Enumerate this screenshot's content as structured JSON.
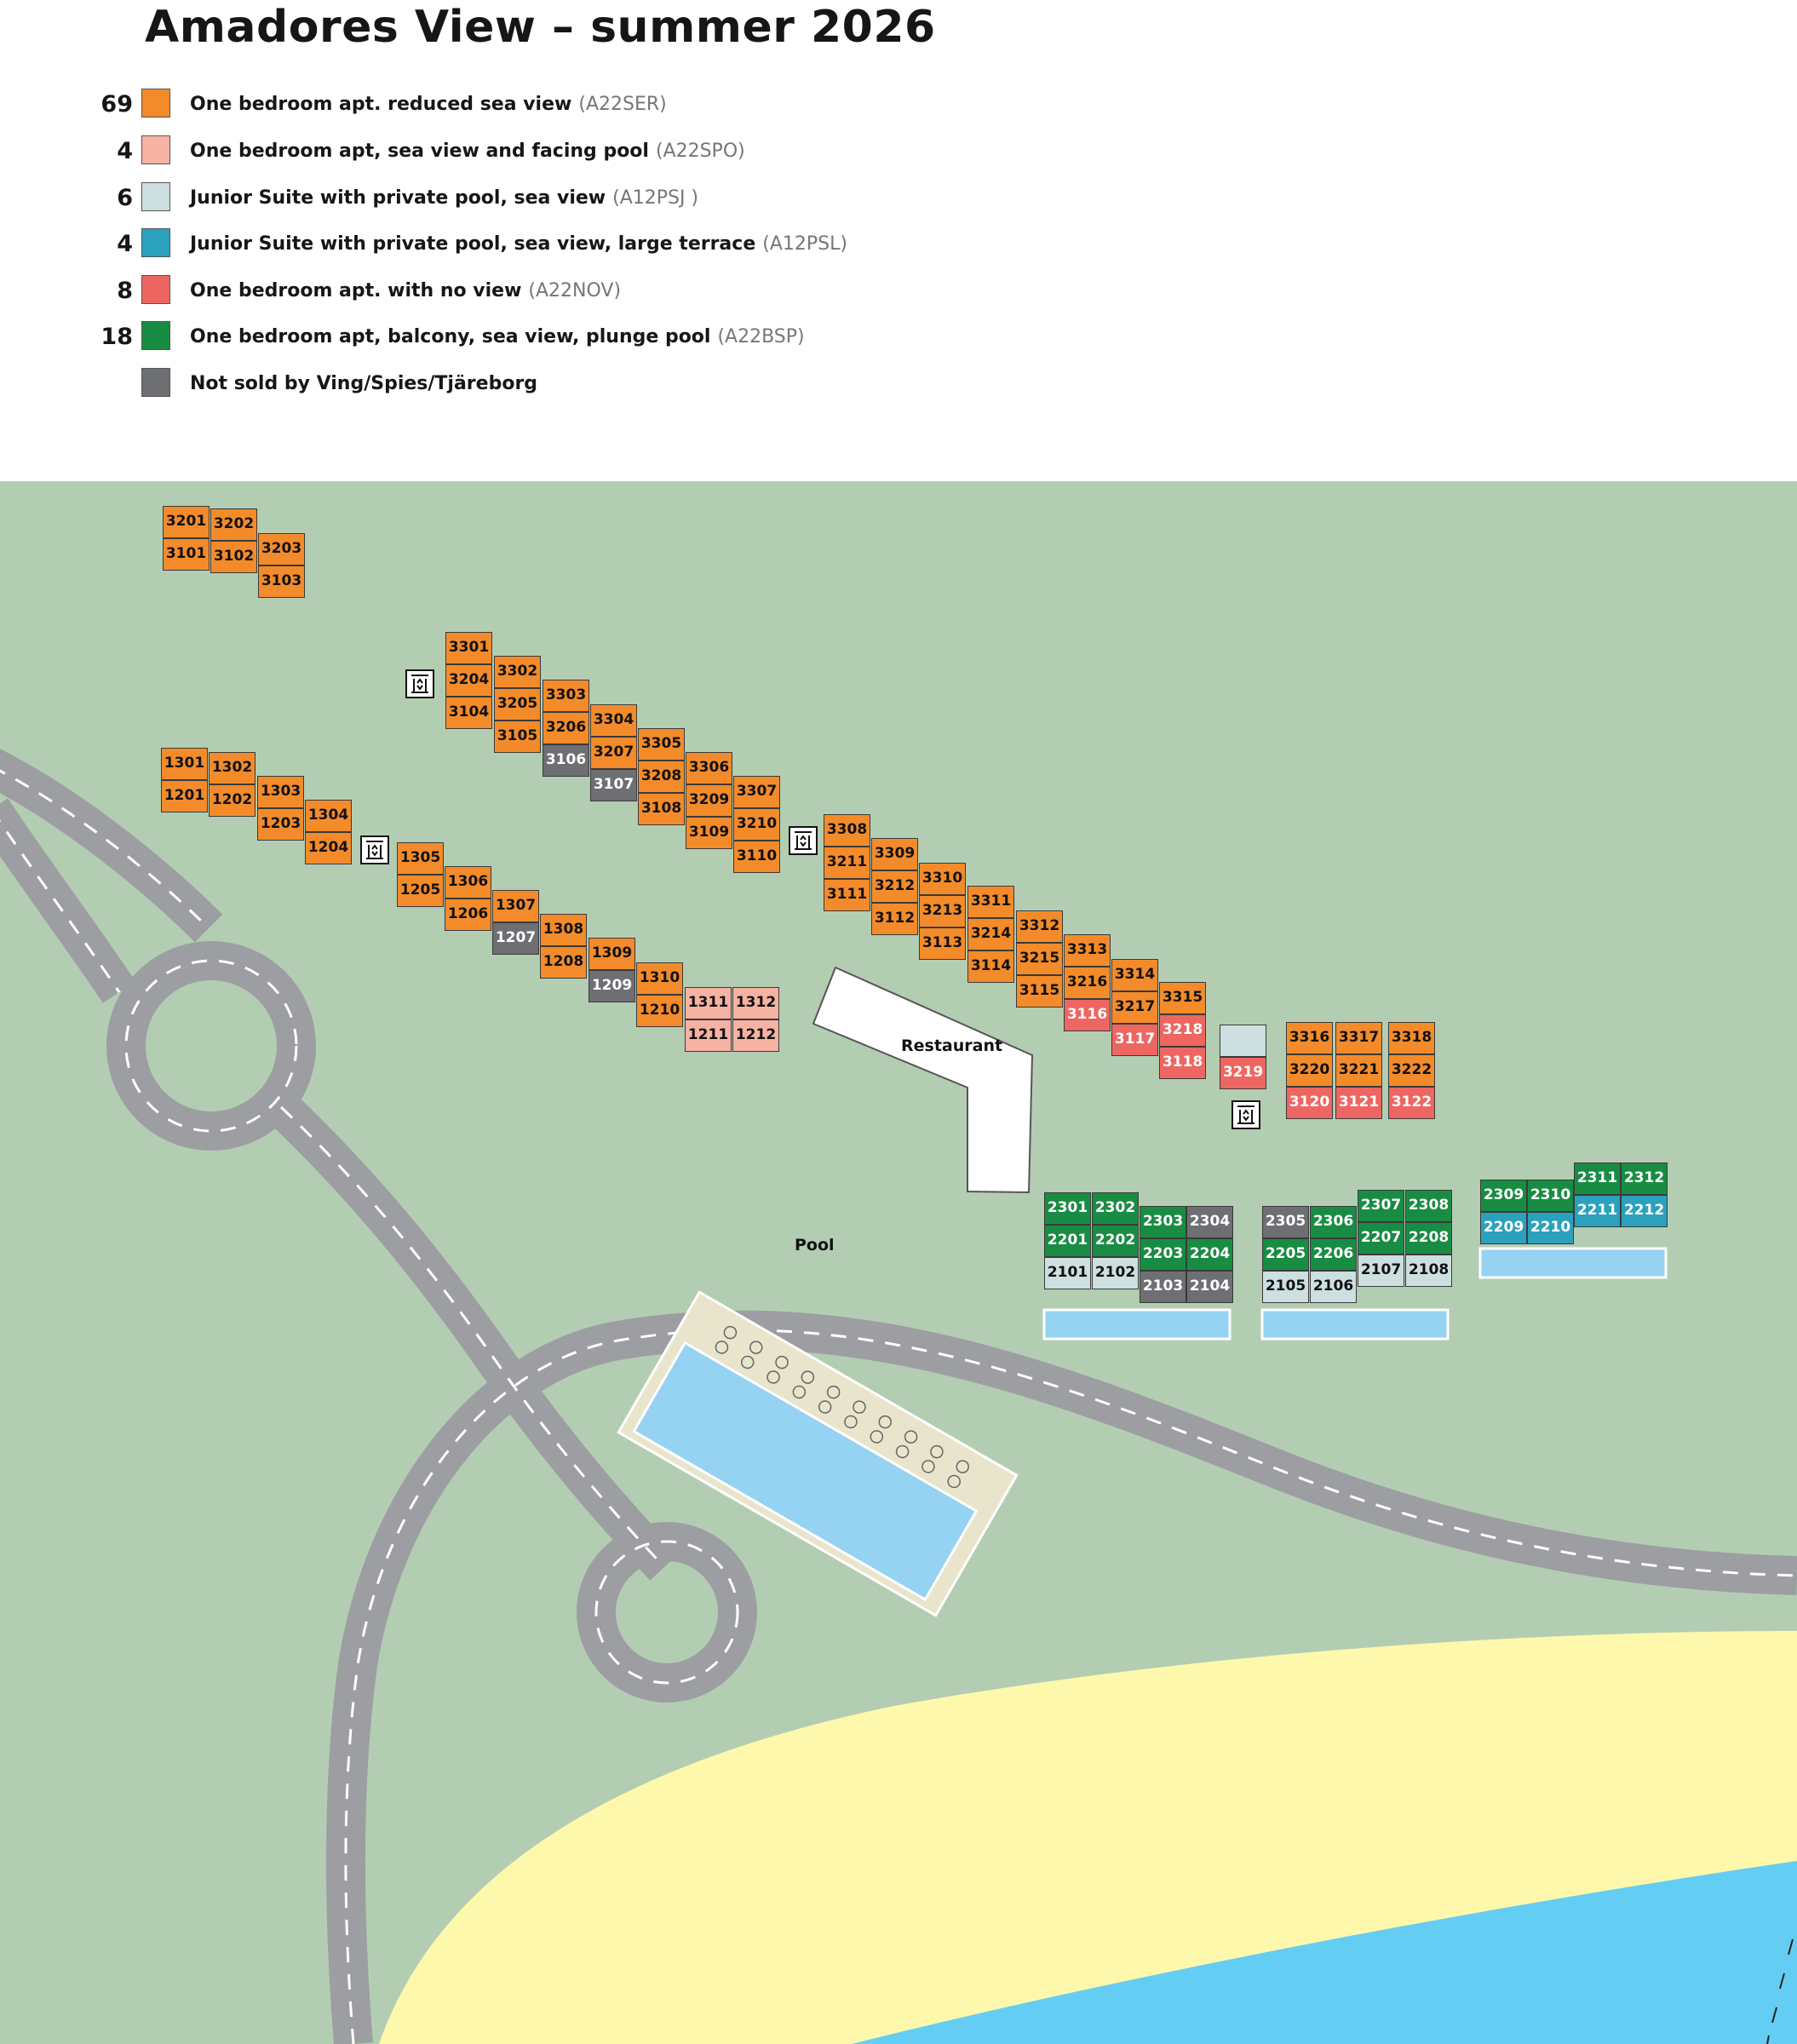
{
  "title": "Amadores View – summer 2026",
  "legend": [
    {
      "count": "69",
      "label": "One bedroom apt. reduced sea view",
      "code": "(A22SER)",
      "color": "#f38b2b"
    },
    {
      "count": "4",
      "label": "One bedroom apt, sea view and facing pool",
      "code": "(A22SPO)",
      "color": "#f6b2a3"
    },
    {
      "count": "6",
      "label": "Junior Suite with private pool, sea view",
      "code": "(A12PSJ )",
      "color": "#cddfe0"
    },
    {
      "count": "4",
      "label": "Junior Suite with private pool, sea view, large terrace",
      "code": "(A12PSL)",
      "color": "#2ba1bd"
    },
    {
      "count": "8",
      "label": "One bedroom apt. with no view",
      "code": "(A22NOV)",
      "color": "#ee6661"
    },
    {
      "count": "18",
      "label": "One bedroom apt, balcony, sea view, plunge pool",
      "code": "(A22BSP)",
      "color": "#198c43"
    },
    {
      "count": "",
      "label": "Not sold by Ving/Spies/Tjäreborg",
      "code": "",
      "color": "#6e6f72"
    }
  ],
  "map": {
    "labels": {
      "restaurant": "Restaurant",
      "pool": "Pool"
    },
    "colors": {
      "grass": "#b3cdb3",
      "road": "#9d9ea2",
      "beach": "#fef8ad",
      "sea": "#64cdf3",
      "pool_water": "#96d2f1",
      "pool_deck": "#e9e4cc"
    },
    "units": [
      {
        "n": "3201",
        "t": "o"
      },
      {
        "n": "3101",
        "t": "o"
      },
      {
        "n": "3202",
        "t": "o"
      },
      {
        "n": "3102",
        "t": "o"
      },
      {
        "n": "3203",
        "t": "o"
      },
      {
        "n": "3103",
        "t": "o"
      },
      {
        "n": "3301",
        "t": "o"
      },
      {
        "n": "3204",
        "t": "o"
      },
      {
        "n": "3104",
        "t": "o"
      },
      {
        "n": "3302",
        "t": "o"
      },
      {
        "n": "3205",
        "t": "o"
      },
      {
        "n": "3105",
        "t": "o"
      },
      {
        "n": "3303",
        "t": "o"
      },
      {
        "n": "3206",
        "t": "o"
      },
      {
        "n": "3106",
        "t": "n"
      },
      {
        "n": "3304",
        "t": "o"
      },
      {
        "n": "3207",
        "t": "o"
      },
      {
        "n": "3107",
        "t": "n"
      },
      {
        "n": "3305",
        "t": "o"
      },
      {
        "n": "3208",
        "t": "o"
      },
      {
        "n": "3108",
        "t": "o"
      },
      {
        "n": "3306",
        "t": "o"
      },
      {
        "n": "3209",
        "t": "o"
      },
      {
        "n": "3109",
        "t": "o"
      },
      {
        "n": "3307",
        "t": "o"
      },
      {
        "n": "3210",
        "t": "o"
      },
      {
        "n": "3110",
        "t": "o"
      },
      {
        "n": "3308",
        "t": "o"
      },
      {
        "n": "3211",
        "t": "o"
      },
      {
        "n": "3111",
        "t": "o"
      },
      {
        "n": "3309",
        "t": "o"
      },
      {
        "n": "3212",
        "t": "o"
      },
      {
        "n": "3112",
        "t": "o"
      },
      {
        "n": "3310",
        "t": "o"
      },
      {
        "n": "3213",
        "t": "o"
      },
      {
        "n": "3113",
        "t": "o"
      },
      {
        "n": "3311",
        "t": "o"
      },
      {
        "n": "3214",
        "t": "o"
      },
      {
        "n": "3114",
        "t": "o"
      },
      {
        "n": "3312",
        "t": "o"
      },
      {
        "n": "3215",
        "t": "o"
      },
      {
        "n": "3115",
        "t": "o"
      },
      {
        "n": "3313",
        "t": "o"
      },
      {
        "n": "3216",
        "t": "o"
      },
      {
        "n": "3116",
        "t": "r"
      },
      {
        "n": "3314",
        "t": "o"
      },
      {
        "n": "3217",
        "t": "o"
      },
      {
        "n": "3117",
        "t": "r"
      },
      {
        "n": "3315",
        "t": "o"
      },
      {
        "n": "3218",
        "t": "r"
      },
      {
        "n": "3118",
        "t": "r"
      },
      {
        "n": "",
        "t": "l"
      },
      {
        "n": "3219",
        "t": "r"
      },
      {
        "n": "3316",
        "t": "o"
      },
      {
        "n": "3220",
        "t": "o"
      },
      {
        "n": "3120",
        "t": "r"
      },
      {
        "n": "3317",
        "t": "o"
      },
      {
        "n": "3221",
        "t": "o"
      },
      {
        "n": "3121",
        "t": "r"
      },
      {
        "n": "3318",
        "t": "o"
      },
      {
        "n": "3222",
        "t": "o"
      },
      {
        "n": "3122",
        "t": "r"
      },
      {
        "n": "1301",
        "t": "o"
      },
      {
        "n": "1201",
        "t": "o"
      },
      {
        "n": "1302",
        "t": "o"
      },
      {
        "n": "1202",
        "t": "o"
      },
      {
        "n": "1303",
        "t": "o"
      },
      {
        "n": "1203",
        "t": "o"
      },
      {
        "n": "1304",
        "t": "o"
      },
      {
        "n": "1204",
        "t": "o"
      },
      {
        "n": "1305",
        "t": "o"
      },
      {
        "n": "1205",
        "t": "o"
      },
      {
        "n": "1306",
        "t": "o"
      },
      {
        "n": "1206",
        "t": "o"
      },
      {
        "n": "1307",
        "t": "o"
      },
      {
        "n": "1207",
        "t": "n"
      },
      {
        "n": "1308",
        "t": "o"
      },
      {
        "n": "1208",
        "t": "o"
      },
      {
        "n": "1309",
        "t": "o"
      },
      {
        "n": "1209",
        "t": "n"
      },
      {
        "n": "1310",
        "t": "o"
      },
      {
        "n": "1210",
        "t": "o"
      },
      {
        "n": "1311",
        "t": "p"
      },
      {
        "n": "1211",
        "t": "p"
      },
      {
        "n": "1312",
        "t": "p"
      },
      {
        "n": "1212",
        "t": "p"
      },
      {
        "n": "2301",
        "t": "g"
      },
      {
        "n": "2201",
        "t": "g"
      },
      {
        "n": "2101",
        "t": "l"
      },
      {
        "n": "2302",
        "t": "g"
      },
      {
        "n": "2202",
        "t": "g"
      },
      {
        "n": "2102",
        "t": "l"
      },
      {
        "n": "2303",
        "t": "g"
      },
      {
        "n": "2203",
        "t": "g"
      },
      {
        "n": "2103",
        "t": "n"
      },
      {
        "n": "2304",
        "t": "n"
      },
      {
        "n": "2204",
        "t": "g"
      },
      {
        "n": "2104",
        "t": "n"
      },
      {
        "n": "2305",
        "t": "n"
      },
      {
        "n": "2205",
        "t": "g"
      },
      {
        "n": "2105",
        "t": "l"
      },
      {
        "n": "2306",
        "t": "g"
      },
      {
        "n": "2206",
        "t": "g"
      },
      {
        "n": "2106",
        "t": "l"
      },
      {
        "n": "2307",
        "t": "g"
      },
      {
        "n": "2207",
        "t": "g"
      },
      {
        "n": "2107",
        "t": "l"
      },
      {
        "n": "2308",
        "t": "g"
      },
      {
        "n": "2208",
        "t": "g"
      },
      {
        "n": "2108",
        "t": "l"
      },
      {
        "n": "2309",
        "t": "g"
      },
      {
        "n": "2209",
        "t": "b"
      },
      {
        "n": "2310",
        "t": "g"
      },
      {
        "n": "2210",
        "t": "b"
      },
      {
        "n": "2311",
        "t": "g"
      },
      {
        "n": "2211",
        "t": "b"
      },
      {
        "n": "2312",
        "t": "g"
      },
      {
        "n": "2212",
        "t": "b"
      }
    ],
    "lift_count": 4
  }
}
